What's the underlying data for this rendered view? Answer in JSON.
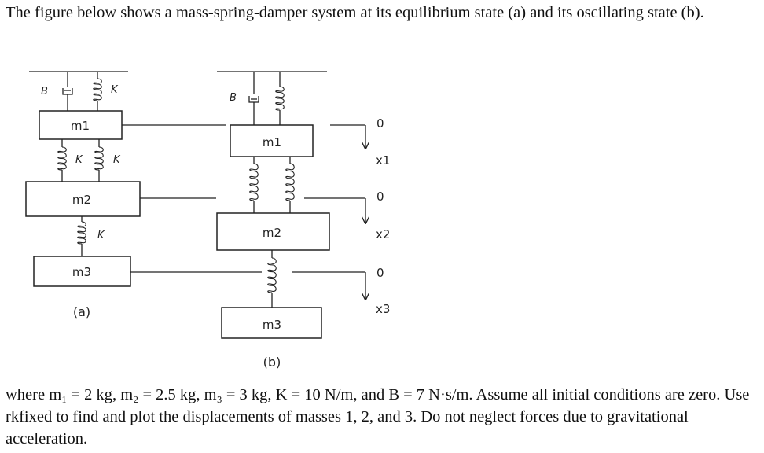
{
  "intro_text": "The figure below shows a mass-spring-damper system at its equilibrium state (a) and its oscillating state (b).",
  "figure": {
    "a": {
      "caption": "(a)",
      "damper_label": "B",
      "spring_labels": [
        "K",
        "K",
        "K",
        "K"
      ],
      "masses": [
        "m1",
        "m2",
        "m3"
      ]
    },
    "b": {
      "caption": "(b)",
      "damper_label": "B",
      "masses": [
        "m1",
        "m2",
        "m3"
      ]
    },
    "displacements": [
      {
        "zero": "0",
        "name": "x1"
      },
      {
        "zero": "0",
        "name": "x2"
      },
      {
        "zero": "0",
        "name": "x3"
      }
    ]
  },
  "problem_text": "where m₁ = 2 kg, m₂ = 2.5 kg, m₃ = 3 kg, K = 10 N/m, and B = 7 N·s/m.  Assume all initial conditions are zero.  Use rkfixed to find and plot the displacements of masses 1, 2, and 3.  Do not neglect forces due to gravitational acceleration."
}
